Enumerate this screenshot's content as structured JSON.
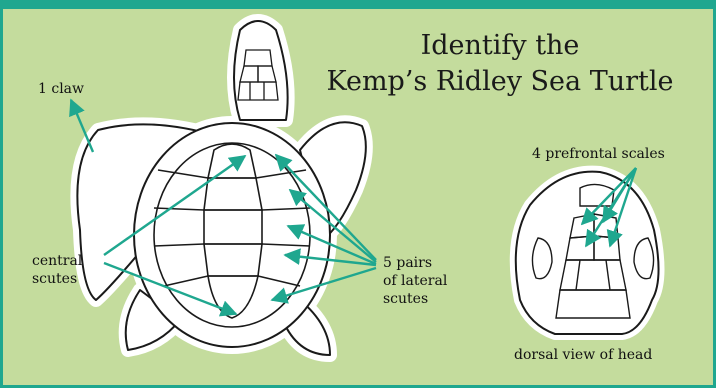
{
  "title": {
    "line1": "Identify the",
    "line2": "Kemp’s Ridley Sea Turtle"
  },
  "labels": {
    "claw": "1 claw",
    "central_line1": "central",
    "central_line2": "scutes",
    "lateral_line1": "5 pairs",
    "lateral_line2": "of lateral",
    "lateral_line3": "scutes",
    "prefrontal": "4 prefrontal scales",
    "head_view": "dorsal view of head"
  },
  "colors": {
    "background": "#c4dc9d",
    "border": "#1fa78f",
    "pointer": "#1fa78f",
    "outline": "#1a1a1a",
    "halo": "#ffffff"
  }
}
